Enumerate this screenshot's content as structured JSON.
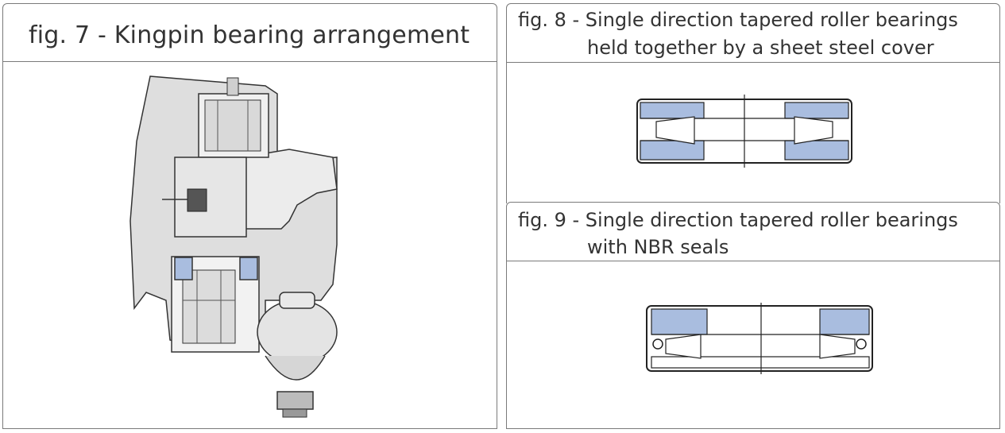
{
  "figures": [
    {
      "title": "fig. 7 - Kingpin bearing arrangement"
    },
    {
      "title_line1": "fig. 8 - Single direction tapered roller bearings",
      "title_line2": "held together by a sheet steel cover"
    },
    {
      "title_line1": "fig. 9 - Single direction tapered roller bearings",
      "title_line2": "with NBR seals"
    }
  ],
  "colors": {
    "bearing_blue": "#a9bddf",
    "steel_gray": "#e2e2e2",
    "outline": "#222222"
  }
}
